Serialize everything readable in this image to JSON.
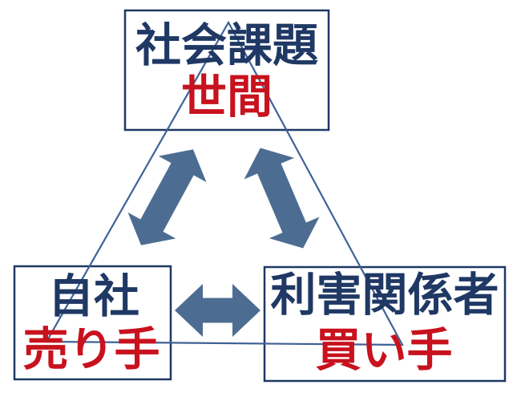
{
  "diagram": {
    "type": "triangle-relationship",
    "nodes": {
      "top": {
        "primary": "社会課題",
        "secondary": "世間"
      },
      "bottom_left": {
        "primary": "自社",
        "secondary": "売り手"
      },
      "bottom_right": {
        "primary": "利害関係者",
        "secondary": "買い手"
      }
    },
    "connectors": {
      "top_bottomleft": "double-headed-arrow",
      "top_bottomright": "double-headed-arrow",
      "bottomleft_bottomright": "double-headed-arrow",
      "outline": "triangle"
    },
    "colors": {
      "primary_text": "#1f3864",
      "secondary_text": "#c8121e",
      "box_border": "#1f3864",
      "box_fill": "#ffffff",
      "arrow_fill": "#4c6d91",
      "triangle_line": "#3f6296",
      "background": "#ffffff"
    }
  }
}
